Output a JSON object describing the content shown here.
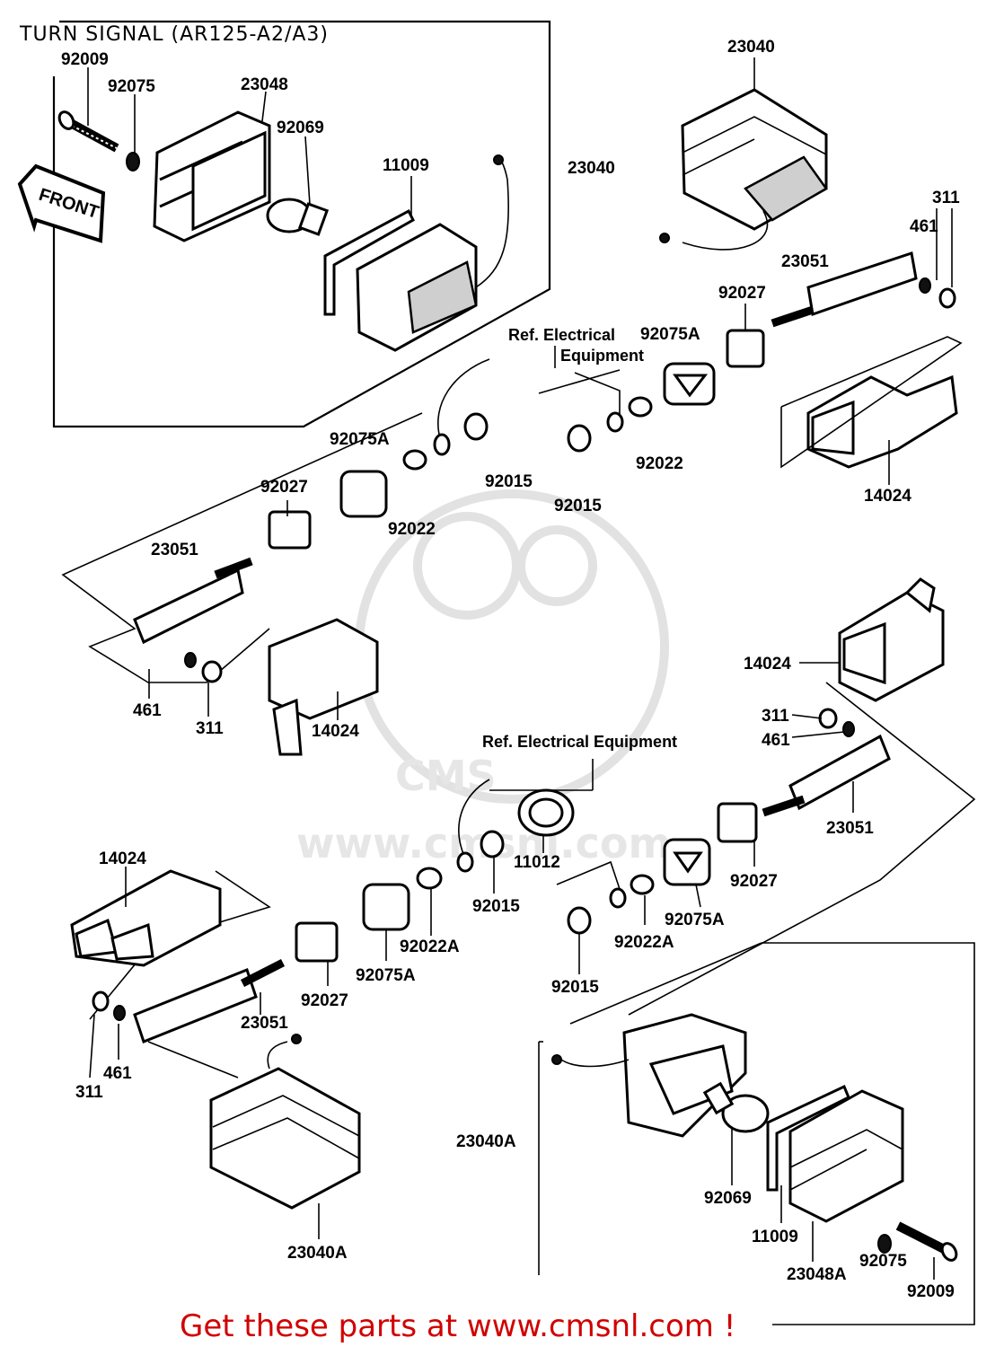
{
  "title": "TURN SIGNAL (AR125-A2/A3)",
  "footer": "Get these parts at www.cmsnl.com !",
  "front_arrow_text": "FRONT",
  "watermark_text": "CMS",
  "watermark_url": "www.cmsnl.com",
  "references": [
    {
      "line1": "Ref. Electrical",
      "line2": "Equipment"
    },
    {
      "line1": "Ref. Electrical Equipment"
    }
  ],
  "part_labels": [
    "92009",
    "92075",
    "23048",
    "92069",
    "11009",
    "23040",
    "23040",
    "311",
    "461",
    "23051",
    "92027",
    "92075A",
    "92075A",
    "92022",
    "92015",
    "92015",
    "92022",
    "14024",
    "92027",
    "23051",
    "461",
    "311",
    "14024",
    "14024",
    "311",
    "461",
    "23051",
    "11012",
    "92015",
    "92027",
    "92075A",
    "14024",
    "92022A",
    "92027",
    "92075A",
    "23051",
    "311",
    "461",
    "92015",
    "92022A",
    "23040A",
    "23040A",
    "92069",
    "11009",
    "23048A",
    "92075",
    "92009"
  ]
}
